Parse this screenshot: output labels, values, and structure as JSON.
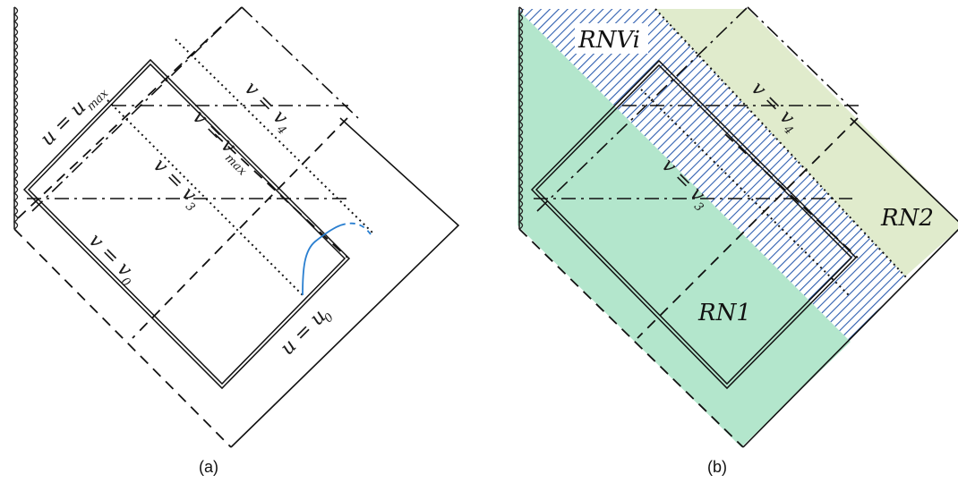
{
  "panel_a": {
    "caption": "(a)",
    "labels": {
      "u_max": "u = u",
      "u_max_sub": "max",
      "v_max": "v = v",
      "v_max_sub": "max",
      "v4": "v = v",
      "v4_sub": "4",
      "v3": "v = v",
      "v3_sub": "3",
      "v0": "v = v",
      "v0_sub": "0",
      "u0": "u = u",
      "u0_sub": "0"
    }
  },
  "panel_b": {
    "caption": "(b)",
    "labels": {
      "rnvi": "RNVi",
      "rn1": "RN1",
      "rn2": "RN2",
      "v4": "v = v",
      "v4_sub": "4",
      "v3": "v = v",
      "v3_sub": "3"
    }
  },
  "colors": {
    "rn1_fill": "#b3e6cc",
    "rn2_fill": "#e0ebcc",
    "hatch": "#2f5fb0",
    "curve": "#2a7fd0"
  }
}
